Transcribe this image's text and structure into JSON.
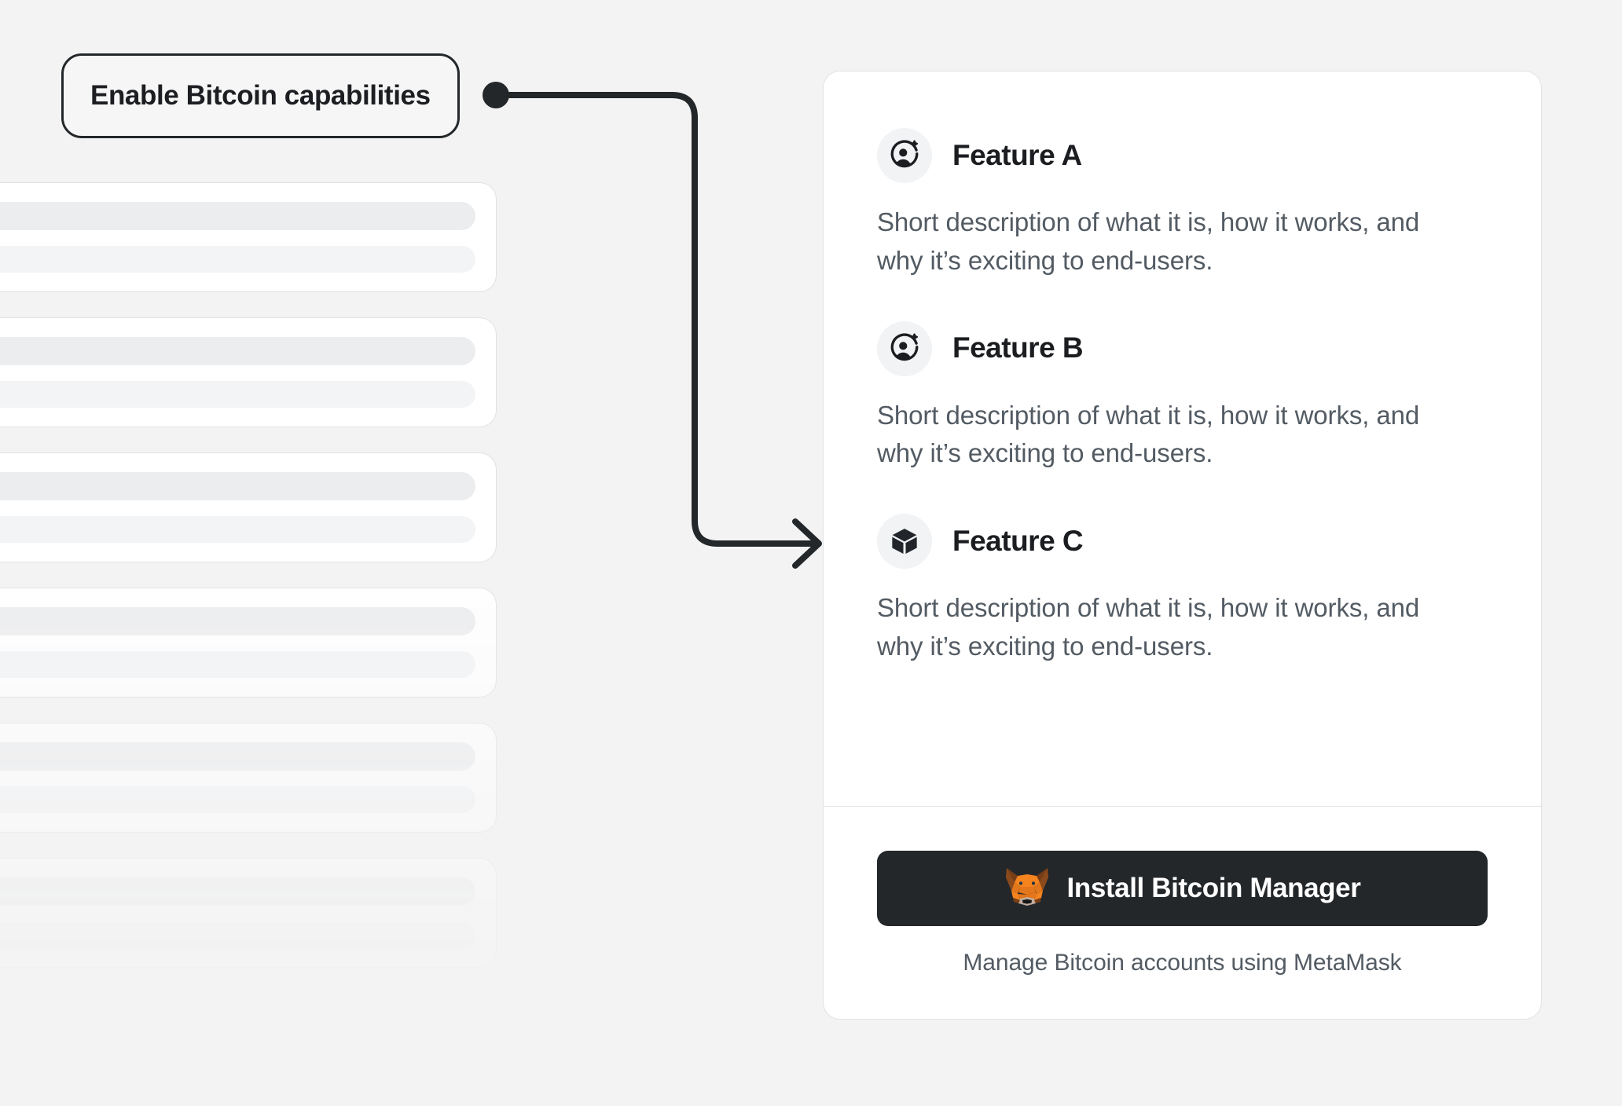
{
  "theme": {
    "page_background": "#F3F3F3",
    "card_background": "#FFFFFF",
    "card_border": "#DFE2E5",
    "heading_color": "#1B1D20",
    "body_text_color": "#535B63",
    "accent_dark": "#24272A",
    "icon_circle_background": "#F1F3F5",
    "metamask_orange": "#E2761B",
    "metamask_orange_light": "#F5841F",
    "metamask_brown": "#763D16",
    "metamask_beige": "#C0AD9E",
    "connector_color": "#24272A"
  },
  "callout": {
    "label": "Enable Bitcoin capabilities",
    "dot_icon": "connector-dot",
    "arrow_icon": "arrow-right-icon"
  },
  "skeleton": {
    "card_count": 6,
    "bar_icon": "placeholder-bar"
  },
  "card": {
    "features": [
      {
        "icon": "account-add-icon",
        "title": "Feature A",
        "description": "Short description of what it is, how it works, and why it’s exciting to end-users."
      },
      {
        "icon": "account-add-icon",
        "title": "Feature B",
        "description": "Short description of what it is, how it works, and why it’s exciting to end-users."
      },
      {
        "icon": "cube-icon",
        "title": "Feature C",
        "description": "Short description of what it is, how it works, and why it’s exciting to end-users."
      }
    ],
    "footer": {
      "install_button_label": "Install Bitcoin Manager",
      "install_button_icon": "metamask-fox-icon",
      "caption": "Manage Bitcoin accounts using MetaMask"
    }
  }
}
